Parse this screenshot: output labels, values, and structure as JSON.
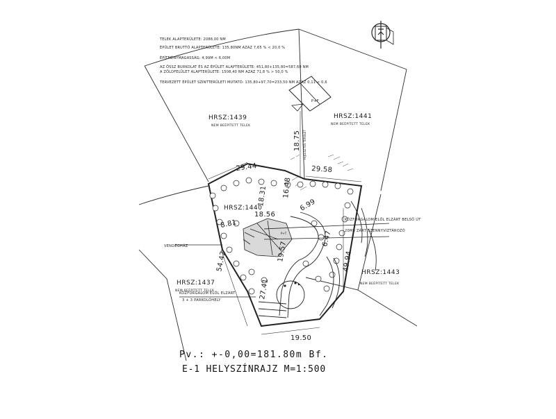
{
  "notes": [
    "TELEK ALAPTERÜLETE: 2088,00 NM",
    "ÉPÜLET BRUTTÓ ALAPTERÜLETE: 135,80NM AZAZ 7,65 % < 20,0 %",
    "ÉPÍTMÉNYMAGASSÁG: 4,99M < 6,00M",
    "AZ ÖSSZ BURKOLAT ÉS AZ ÉPÜLET ALAPTERÜLETE: 451,80+135,80=587,60 NM",
    "A ZÖLDFELÜLET ALAPTERÜLETE: 1508,40 NM AZAZ 71,8 % > 50,0 %",
    "TERVEZETT ÉPÜLET SZINTTERÜLETI MUTATÓ: 135,80+97,70=233,50 NM AZAZ 0,11 < 0,6"
  ],
  "parcels": [
    {
      "id": "HRSZ:1439",
      "sub": "NEM BEÉPÍTETT TELEK"
    },
    {
      "id": "HRSZ:1441",
      "sub": "NEM BEÉPÍTETT TELEK"
    },
    {
      "id": "HRSZ:1440",
      "sub": ""
    },
    {
      "id": "HRSZ:1437",
      "sub": "NEM BEÉPÍTETT TELEK"
    },
    {
      "id": "HRSZ:1443",
      "sub": "NEM BEÉPÍTETT TELEK"
    }
  ],
  "dimensions": {
    "top_left": "29.44",
    "top_right": "29.58",
    "north_east": "18.75",
    "mid_a": "18.31",
    "mid_b": "16.48",
    "mid_c": "18.56",
    "mid_d": "8.81",
    "right_long": "49.94",
    "right_short": "6.47",
    "left_long": "54.42",
    "lower_mid": "27.41",
    "bottom": "19.50",
    "mid_e": "6.99",
    "mid_f": "19.57"
  },
  "labels": {
    "vendeghaz": "VENDÉGHÁZ",
    "road_top": "KÖZFORGALOM ELŐL ELZÁRT BELSŐ ÚT",
    "road_mid": "20M8 ZÁRT SZENNYVÍZTÁROZÓ",
    "road_bottom": "KÖZFORGALOM ELŐL ELZÁRT",
    "parking": "3 + 3 PARKOLÓHELY",
    "carport": "P+F",
    "carport_label": "FEJLESZTÉS TERÜLET",
    "house_marker": "P+T"
  },
  "footer": {
    "pv": "Pv.: +-0,00=181.80m Bf.",
    "title": "E-1 HELYSZÍNRAJZ M=1:500"
  },
  "colors": {
    "ink": "#222222",
    "background": "#ffffff"
  }
}
